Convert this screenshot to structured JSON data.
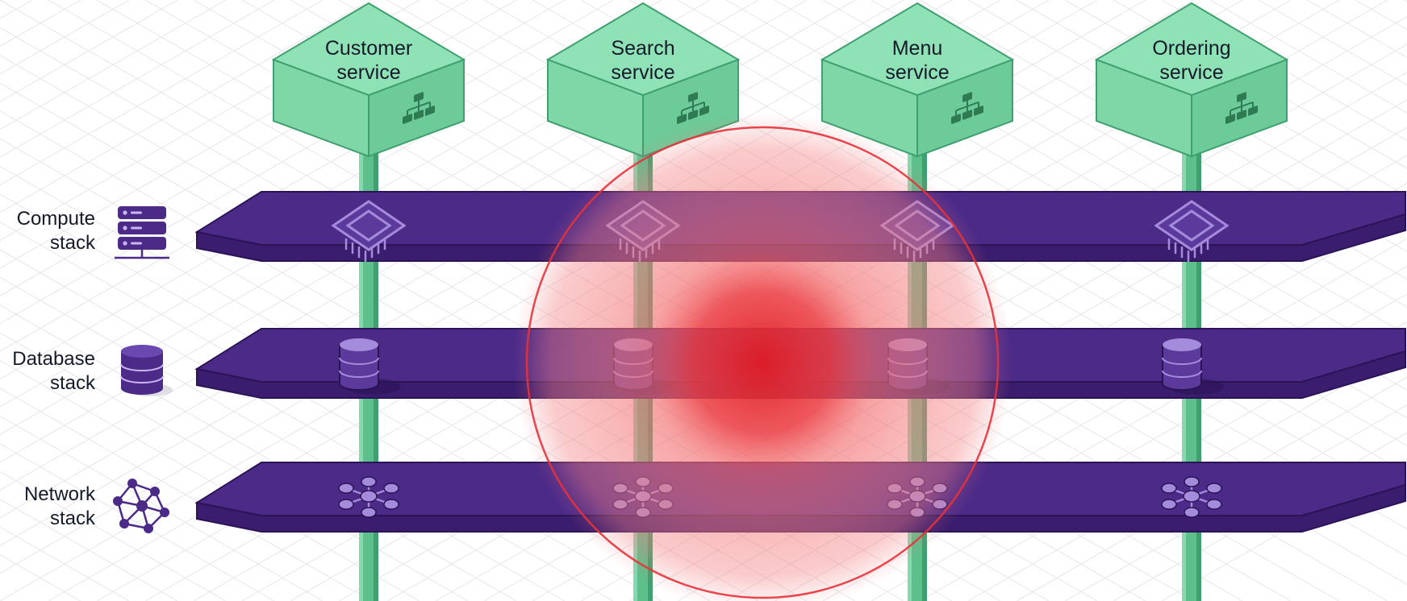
{
  "services": [
    {
      "id": "customer",
      "line1": "Customer",
      "line2": "service",
      "icon": "sitemap-icon"
    },
    {
      "id": "search",
      "line1": "Search",
      "line2": "service",
      "icon": "sitemap-icon"
    },
    {
      "id": "menu",
      "line1": "Menu",
      "line2": "service",
      "icon": "sitemap-icon"
    },
    {
      "id": "ordering",
      "line1": "Ordering",
      "line2": "service",
      "icon": "sitemap-icon"
    }
  ],
  "stacks": [
    {
      "id": "compute",
      "line1": "Compute",
      "line2": "stack",
      "icon": "server-rack-icon",
      "cell_icon": "cpu-chip-icon"
    },
    {
      "id": "database",
      "line1": "Database",
      "line2": "stack",
      "icon": "database-icon",
      "cell_icon": "database-icon"
    },
    {
      "id": "network",
      "line1": "Network",
      "line2": "stack",
      "icon": "network-mesh-icon",
      "cell_icon": "network-hub-icon"
    }
  ],
  "colors": {
    "service_top": "#8fe2b6",
    "service_left": "#7fd7a7",
    "service_right": "#6ccb98",
    "service_edge": "#3f9f6e",
    "service_icon": "#2e7a52",
    "pillar": "#5cbf8c",
    "pillar_dark": "#3f9f6e",
    "band_top": "#4b2a88",
    "band_front": "#3a1d6e",
    "band_edge": "#2b1456",
    "cell_icon": "#a58bdc",
    "cell_icon_dark": "#5b3a9c",
    "stack_icon": "#4b2a88",
    "blast": "#e8262e",
    "grid": "#e6e6ea",
    "text": "#151a2a"
  }
}
